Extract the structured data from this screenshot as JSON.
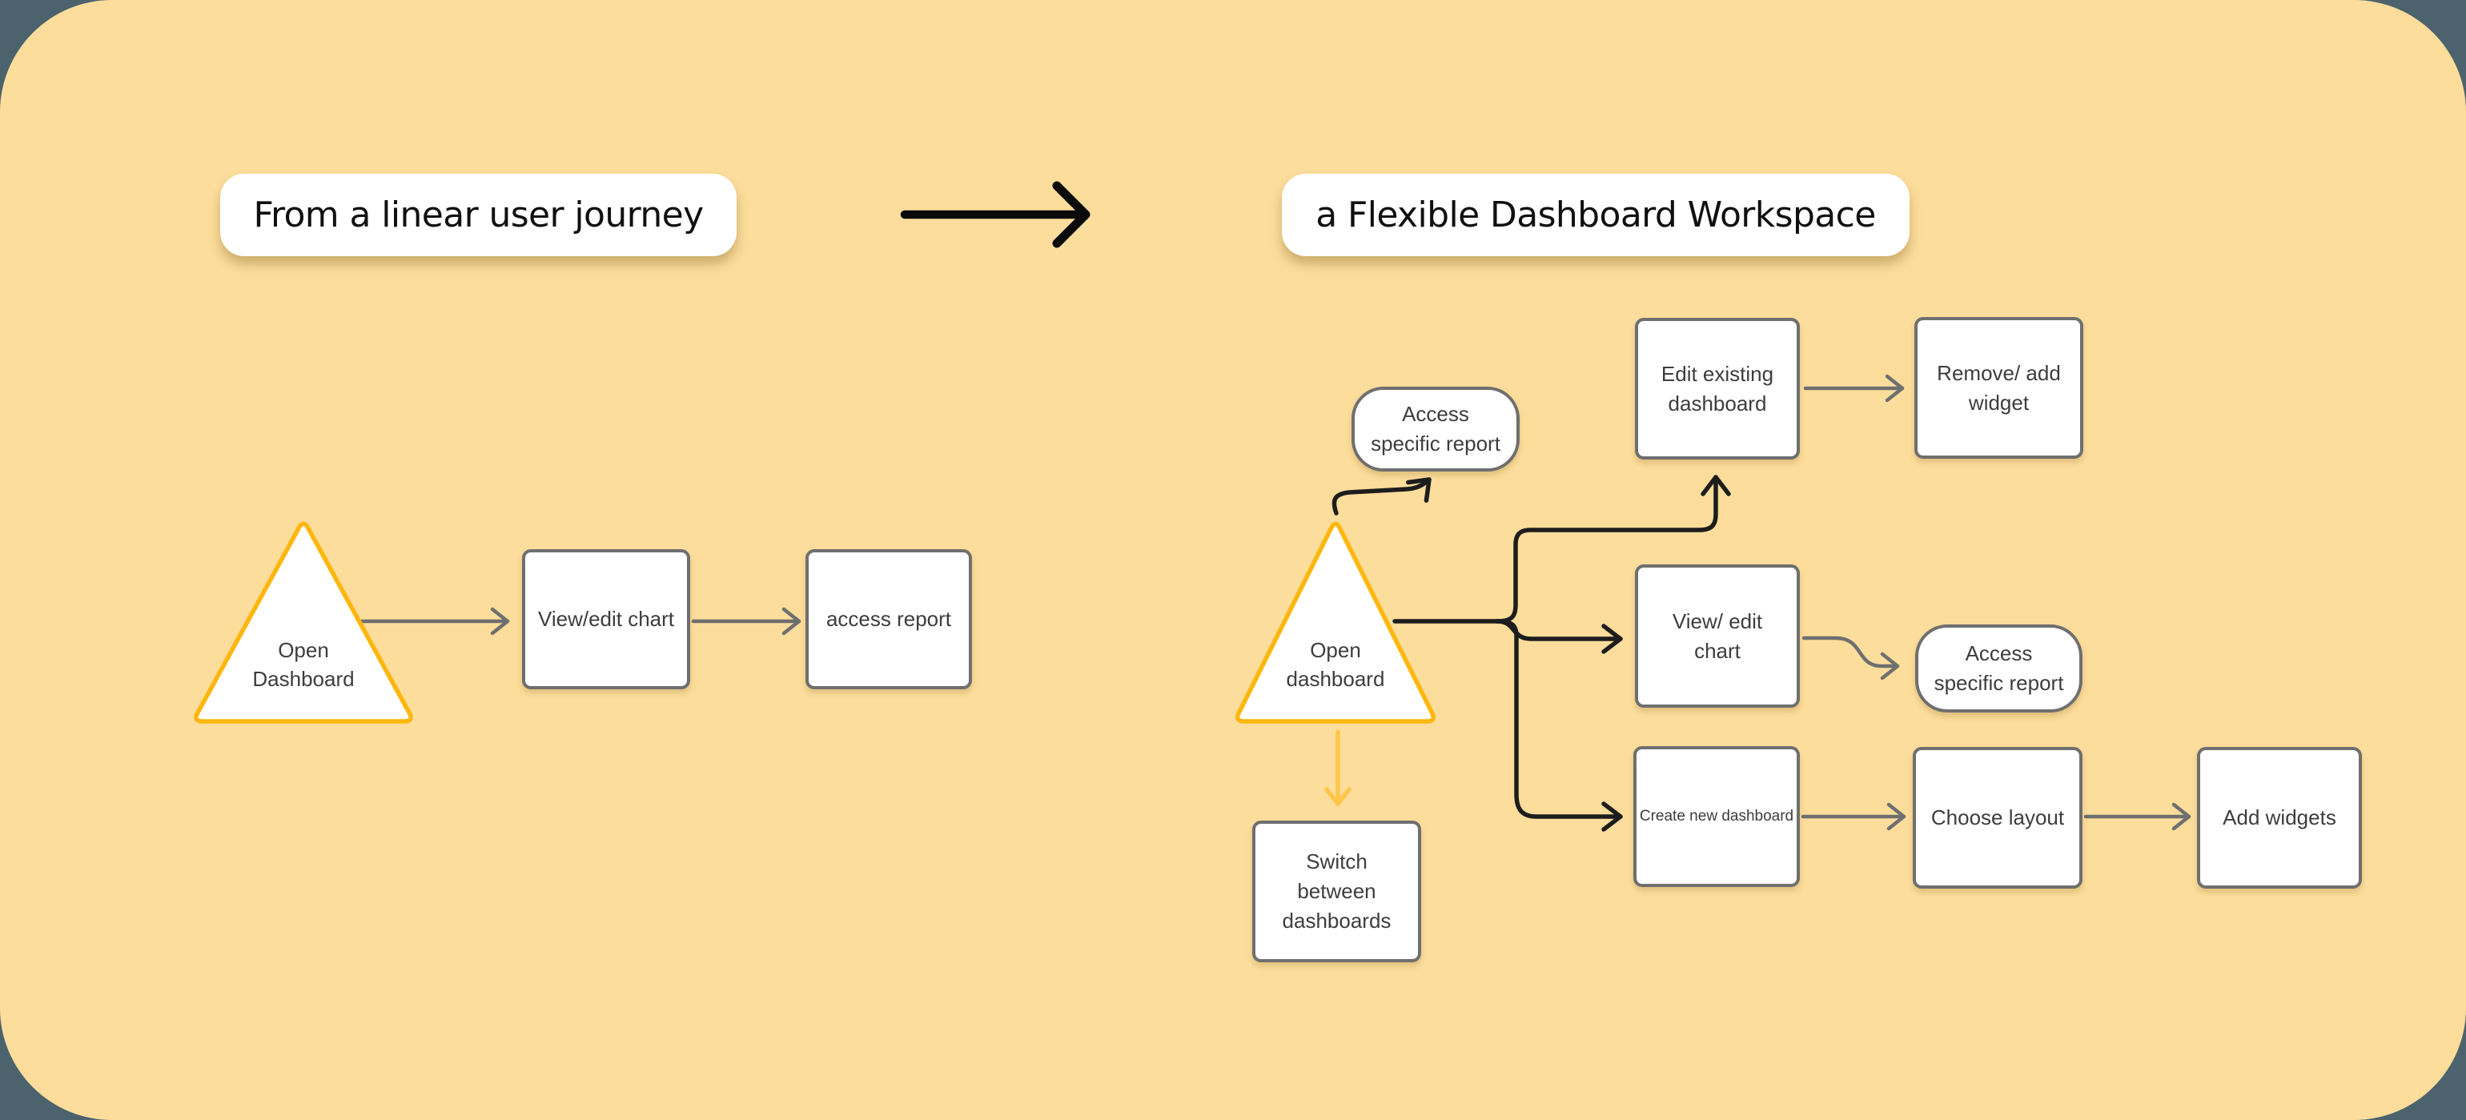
{
  "titles": {
    "left": "From a linear user journey",
    "right": "a Flexible Dashboard Workspace"
  },
  "nodes": {
    "left_triangle": "Open\nDashboard",
    "left_view_edit_chart": "View/edit chart",
    "left_access_report": "access report",
    "right_triangle": "Open\ndashboard",
    "access_specific_report_top": "Access\nspecific report",
    "edit_existing_dashboard": "Edit existing\ndashboard",
    "remove_add_widget": "Remove/ add\nwidget",
    "view_edit_chart": "View/ edit\nchart",
    "access_specific_report_right": "Access\nspecific report",
    "create_new_dashboard": "Create new dashboard",
    "choose_layout": "Choose layout",
    "add_widgets": "Add widgets",
    "switch_between_dashboards": "Switch\nbetween\ndashboards"
  },
  "colors": {
    "frame_background": "#4C636D",
    "panel_background": "#FCDD9B",
    "node_fill": "#FFFFFF",
    "node_border": "#6F6F6F",
    "node_text": "#3D3D3D",
    "triangle_stroke": "#FFB60D",
    "yellow_arrow": "#FFC64A",
    "black_connector": "#1D1D1D",
    "gray_connector": "#6F6F6F",
    "title_text": "#101010"
  }
}
